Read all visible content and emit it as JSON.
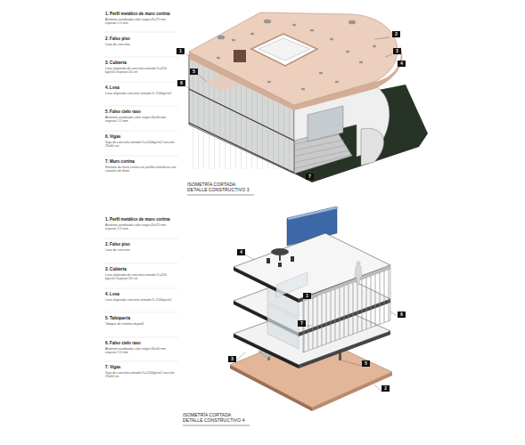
{
  "diagram": {
    "labels": [
      "1. Perfil metálico de muro cortina",
      "Aluminio anodizado color negro 45x75 mm espesor 2.5 mm",
      "2. Falso piso",
      "Losa de concreto",
      "3. Cubierta",
      "Losa aligerada de concreto armado f'c=210 kg/cm2 espesor 20 cm",
      "4. Losa",
      "Losa aligerada concreto armado f'c 210kg/cm2",
      "5. Falso cielo raso",
      "Aluminio anodizado color negro 40x40 mm espesor 2.5 mm",
      "6. Vigas",
      "Viga de concreto armado f'c=210kg/cm2 sección 25x60 cm",
      "7. Muro cortina",
      "Sistema de muro cortina en perfiles metálicos con cristales de 6mm",
      "1",
      "2",
      "3",
      "4",
      "5",
      "6",
      "7",
      "ISOMETRÍA CORTADA: DETALLE CONSTRUCTIVO 3",
      "1. Perfil metálico de muro cortina",
      "Aluminio anodizado color negro 45x75 mm espesor 2.5 mm",
      "2. Falso piso",
      "Losa de concreto",
      "3. Cubierta",
      "Losa aligerada de concreto armado f'c=210 kg/cm2 espesor 20 cm",
      "4. Losa",
      "Losa aligerada concreto armado f'c 210kg/cm2",
      "5. Tabiquería",
      "Tabique de sistema drywall",
      "6. Falso cielo raso",
      "Aluminio anodizado color negro 40x40 mm espesor 2.5 mm",
      "7. Vigas",
      "Viga de concreto armado f'c=210kg/cm2 sección 25x60 cm",
      "1",
      "2",
      "3",
      "4",
      "5",
      "6",
      "7",
      "ISOMETRÍA CORTADA: DETALLE CONSTRUCTIVO 4"
    ]
  }
}
